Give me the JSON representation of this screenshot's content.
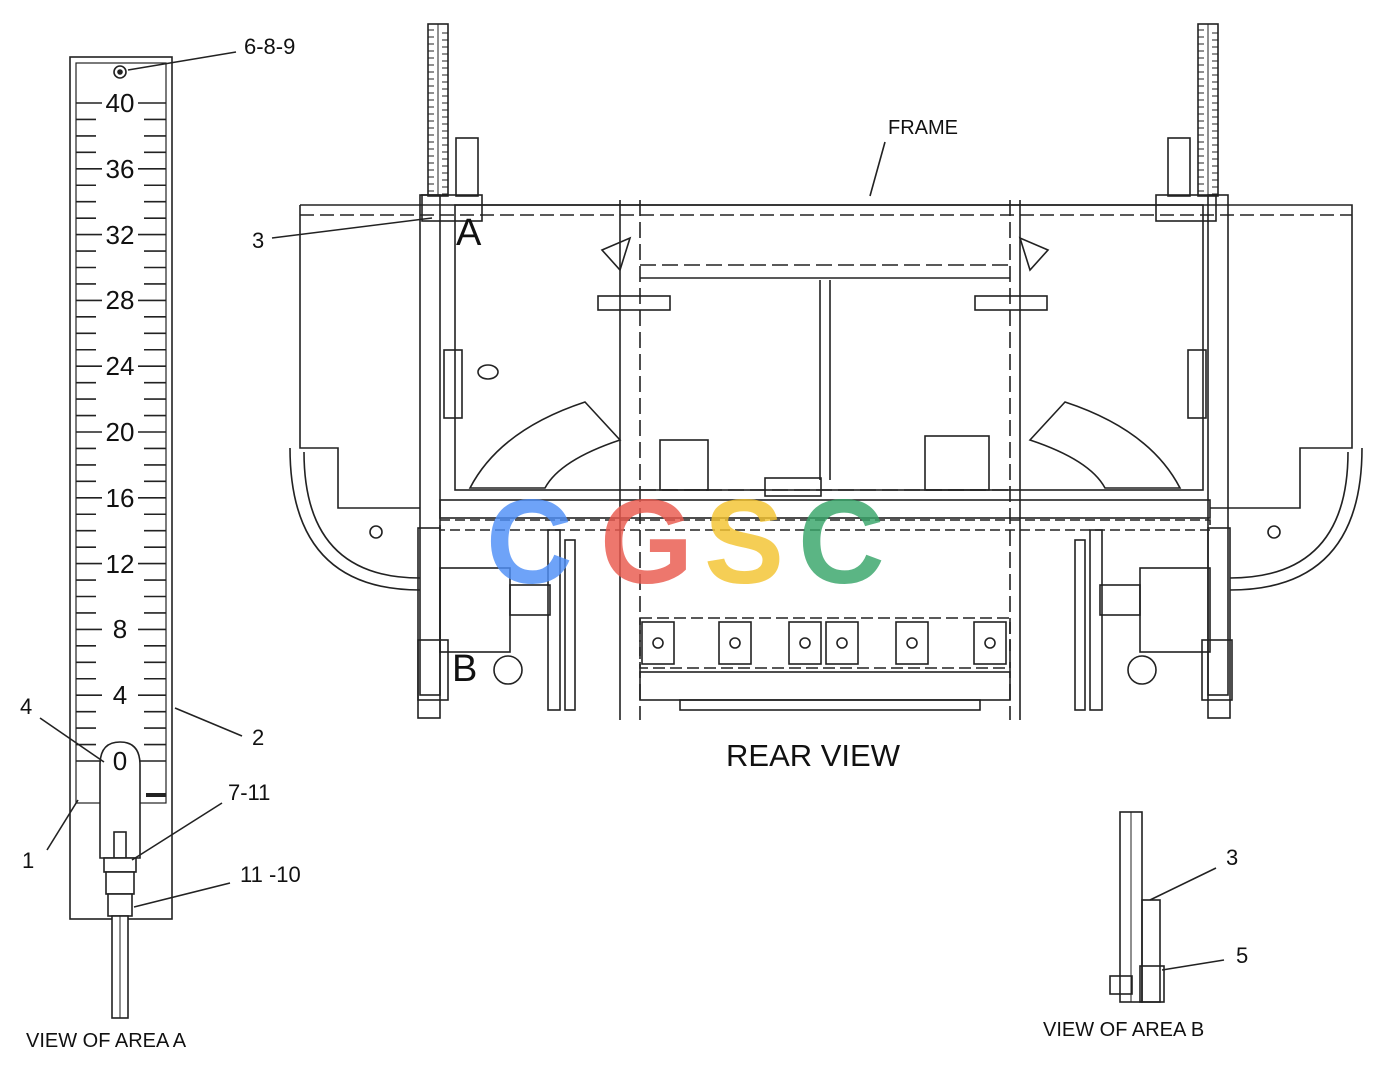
{
  "scale": {
    "ticks": [
      "40",
      "36",
      "32",
      "28",
      "24",
      "20",
      "16",
      "12",
      "8",
      "4",
      "0"
    ]
  },
  "callouts": {
    "c689": "6-8-9",
    "c3_top": "3",
    "c4": "4",
    "c2": "2",
    "c1": "1",
    "c711": "7-11",
    "c1110": "11 -10",
    "frame": "FRAME",
    "letter_a": "A",
    "letter_b": "B",
    "c3_b": "3",
    "c5": "5"
  },
  "captions": {
    "rear_view": "REAR VIEW",
    "view_a": "VIEW OF AREA  A",
    "view_b": "VIEW OF AREA  B"
  },
  "watermark": {
    "letters": [
      "C",
      "G",
      "S",
      "C"
    ],
    "colors": [
      "#4f8ff7",
      "#ea5a4e",
      "#f4c430",
      "#38a56a"
    ]
  }
}
